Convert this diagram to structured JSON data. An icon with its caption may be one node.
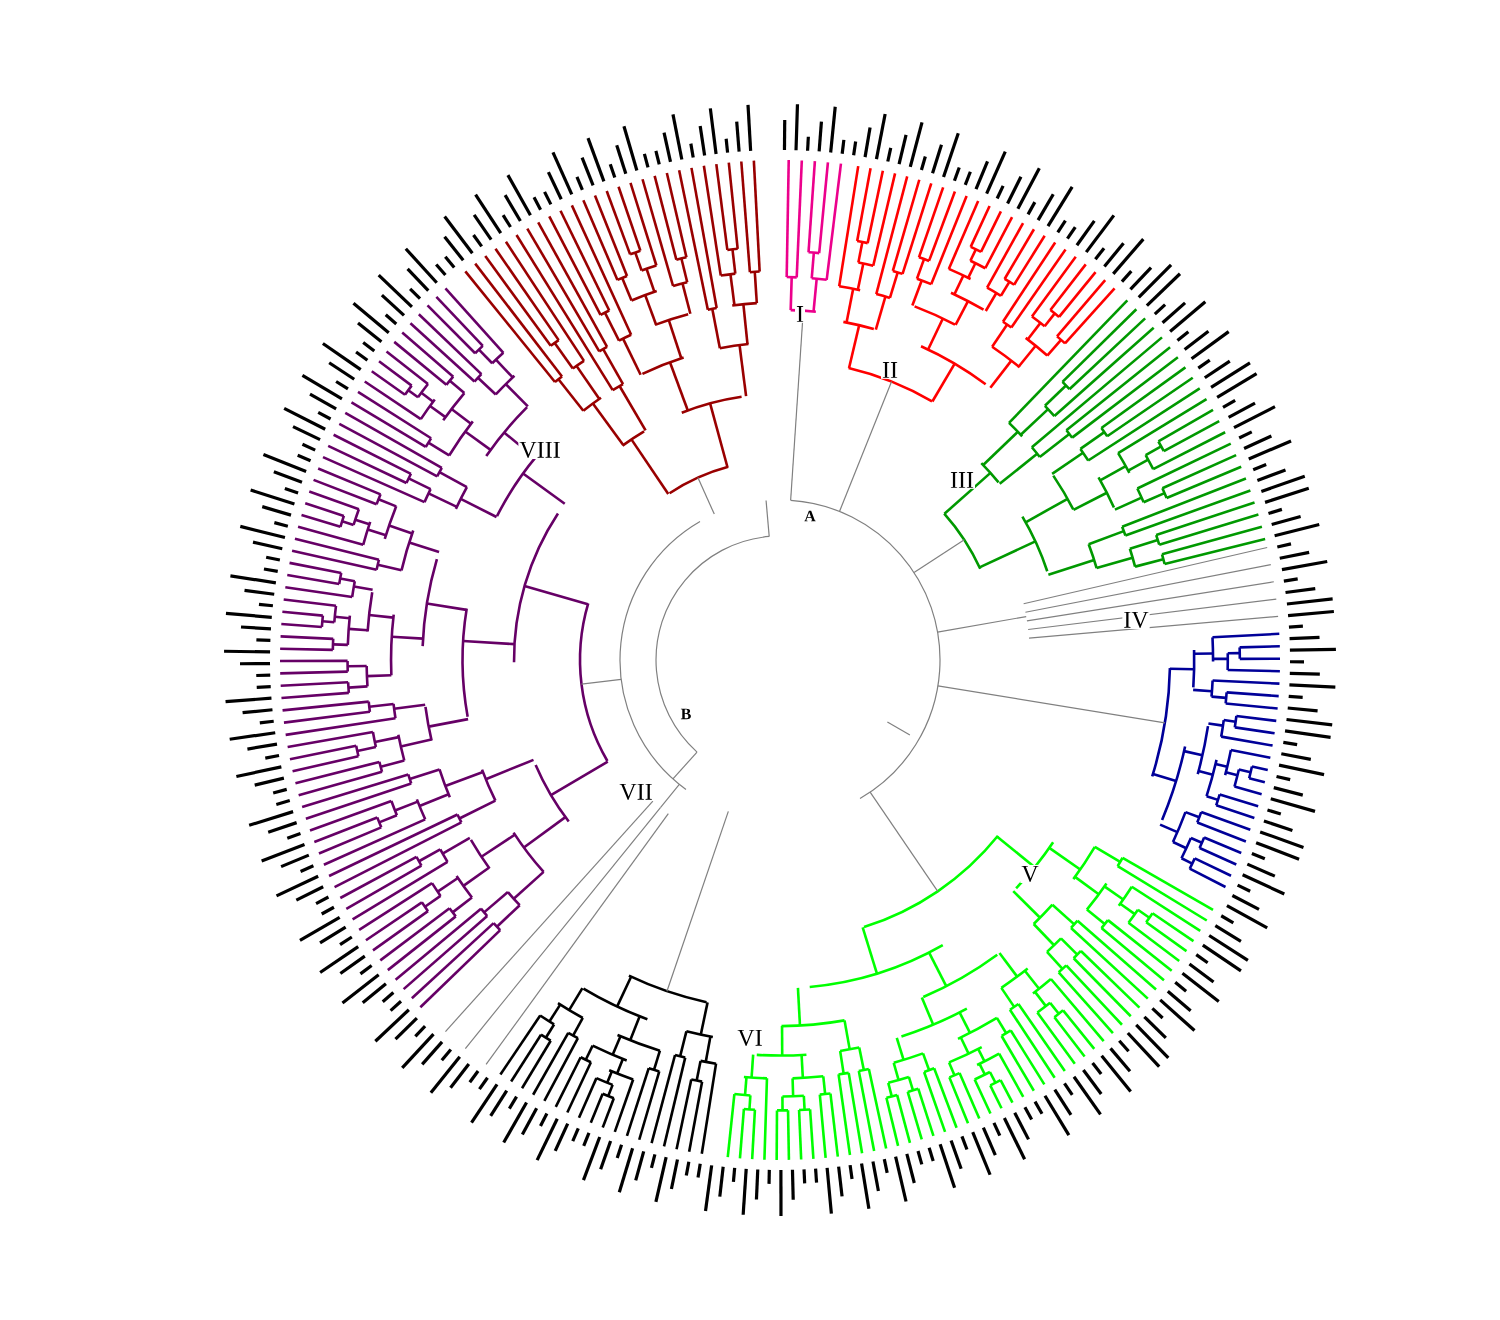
{
  "diagram": {
    "labels": [
      "I",
      "II",
      "III",
      "IV",
      "V",
      "VI",
      "VII",
      "VIII",
      "A",
      "B"
    ]
  }
}
